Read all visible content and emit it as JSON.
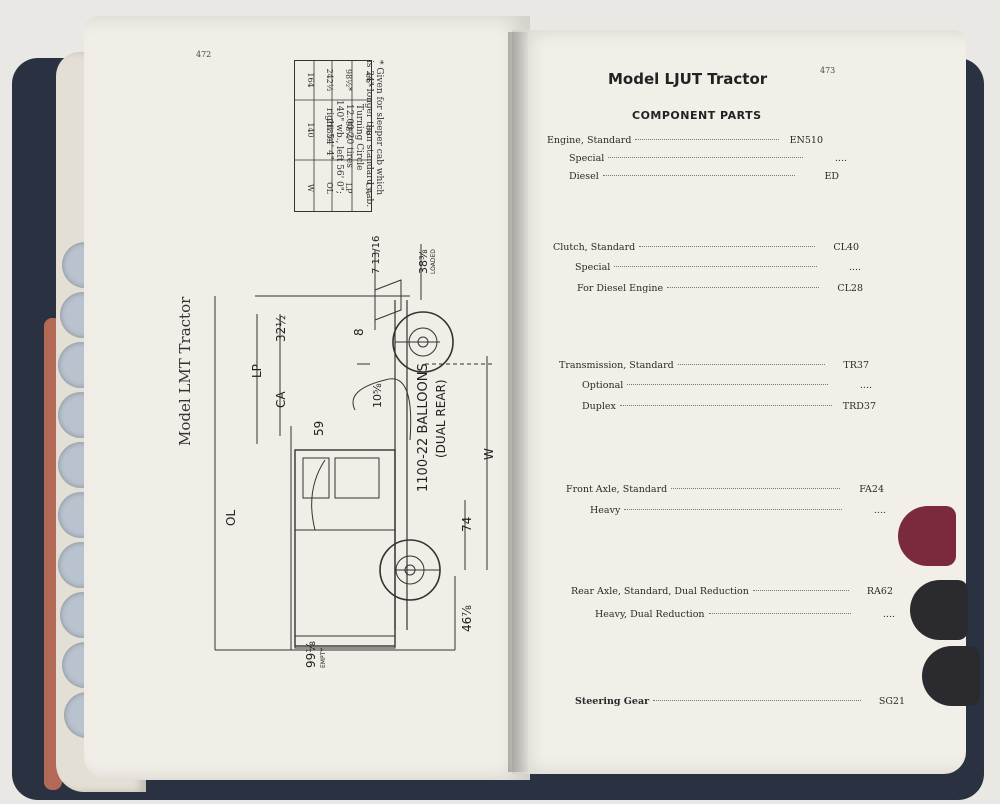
{
  "left_page": {
    "page_number": "472",
    "title": "Model LMT Tractor",
    "spec_table": [
      {
        "key": "W",
        "v1": "140",
        "v2": "164"
      },
      {
        "key": "OL",
        "v1": "218½",
        "v2": "242½"
      },
      {
        "key": "LP",
        "v1": "98½",
        "v2": "98½*"
      },
      {
        "key": "CA",
        "v1": "66",
        "v2": "66*"
      }
    ],
    "notes": [
      "* Given for sleeper cab which",
      "is 24\" longer than standard cab.",
      "Turning Circle",
      "12.00-20 tires",
      "140\" wb., left 56' 0\";",
      "right 54' 4\""
    ],
    "diagram_labels": {
      "loaded_value": "38⅜",
      "loaded": "LOADED",
      "top_value": "7 13/16",
      "d32": "32½",
      "d8": "8",
      "lp": "LP",
      "ca": "CA",
      "d59": "59",
      "d10": "10⅝",
      "balloons": "1100-22 BALLOONS",
      "dual_rear": "(DUAL REAR)",
      "w": "W",
      "ol": "OL",
      "d74": "74",
      "d46": "46⅞",
      "empty_value": "99⅛",
      "empty": "EMPTY"
    }
  },
  "right_page": {
    "page_number": "473",
    "title": "Model LJUT Tractor",
    "subtitle": "COMPONENT PARTS",
    "rows": [
      {
        "label": "Engine, Standard",
        "code": "EN510",
        "bold": false
      },
      {
        "label": "Special",
        "code": "....",
        "bold": false
      },
      {
        "label": "Diesel",
        "code": "ED",
        "bold": false
      },
      {
        "label": "Clutch, Standard",
        "code": "CL40",
        "bold": false
      },
      {
        "label": "Special",
        "code": "....",
        "bold": false
      },
      {
        "label": "For Diesel Engine",
        "code": "CL28",
        "bold": false
      },
      {
        "label": "Transmission, Standard",
        "code": "TR37",
        "bold": false
      },
      {
        "label": "Optional",
        "code": "....",
        "bold": false
      },
      {
        "label": "Duplex",
        "code": "TRD37",
        "bold": false
      },
      {
        "label": "Front Axle, Standard",
        "code": "FA24",
        "bold": false
      },
      {
        "label": "Heavy",
        "code": "....",
        "bold": false
      },
      {
        "label": "Rear Axle, Standard, Dual Reduction",
        "code": "RA62",
        "bold": false
      },
      {
        "label": "Heavy, Dual Reduction",
        "code": "....",
        "bold": false
      },
      {
        "label": "Steering Gear",
        "code": "SG21",
        "bold": true
      }
    ]
  },
  "colors": {
    "cover": "#2a3140",
    "page": "#f2efe8",
    "ink": "#2a2a2a",
    "tab_red": "#7a2a3c",
    "tab_dark": "#2b2b2f"
  }
}
